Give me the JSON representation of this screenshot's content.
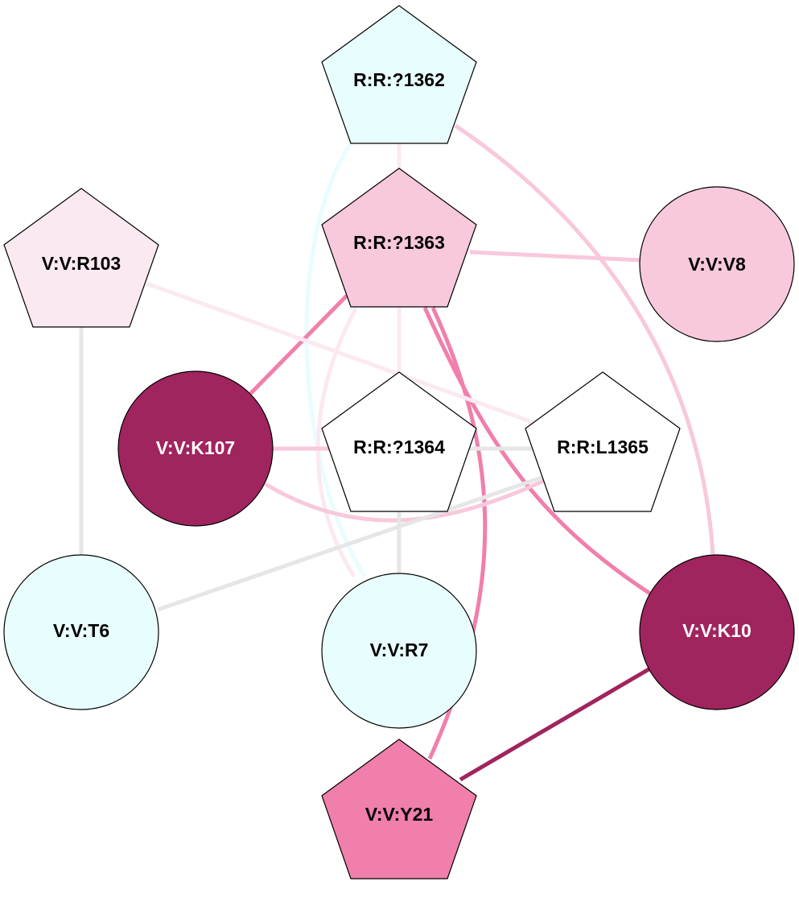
{
  "colors": {
    "cyan_light": "#e8fdfd",
    "pink_pale": "#fbe9f1",
    "pink_light": "#f8c8dc",
    "pink_mid": "#f07fac",
    "magenta_dark": "#a0245e",
    "white": "#ffffff",
    "gray_edge": "#e6e6e6"
  },
  "nodes": [
    {
      "id": "R:R:?1362",
      "label": "R:R:?1362",
      "shape": "pentagon",
      "fill": "#e8fdfd",
      "text_color": "#000000"
    },
    {
      "id": "R:R:?1363",
      "label": "R:R:?1363",
      "shape": "pentagon",
      "fill": "#f8c8dc",
      "text_color": "#000000"
    },
    {
      "id": "V:V:R103",
      "label": "V:V:R103",
      "shape": "pentagon",
      "fill": "#fbe9f1",
      "text_color": "#000000"
    },
    {
      "id": "V:V:V8",
      "label": "V:V:V8",
      "shape": "circle",
      "fill": "#f8c8dc",
      "text_color": "#000000"
    },
    {
      "id": "V:V:K107",
      "label": "V:V:K107",
      "shape": "circle",
      "fill": "#a0245e",
      "text_color": "#ffffff"
    },
    {
      "id": "R:R:?1364",
      "label": "R:R:?1364",
      "shape": "pentagon",
      "fill": "#ffffff",
      "text_color": "#000000"
    },
    {
      "id": "R:R:L1365",
      "label": "R:R:L1365",
      "shape": "pentagon",
      "fill": "#ffffff",
      "text_color": "#000000"
    },
    {
      "id": "V:V:T6",
      "label": "V:V:T6",
      "shape": "circle",
      "fill": "#e8fdfd",
      "text_color": "#000000"
    },
    {
      "id": "V:V:R7",
      "label": "V:V:R7",
      "shape": "circle",
      "fill": "#e8fdfd",
      "text_color": "#000000"
    },
    {
      "id": "V:V:K10",
      "label": "V:V:K10",
      "shape": "circle",
      "fill": "#a0245e",
      "text_color": "#ffffff"
    },
    {
      "id": "V:V:Y21",
      "label": "V:V:Y21",
      "shape": "pentagon",
      "fill": "#f07fac",
      "text_color": "#000000"
    }
  ],
  "edges": [
    {
      "source": "R:R:?1362",
      "target": "R:R:?1363",
      "color": "#fbe9f1"
    },
    {
      "source": "R:R:?1362",
      "target": "V:V:R7",
      "color": "#e8fdfd"
    },
    {
      "source": "R:R:?1362",
      "target": "V:V:K10",
      "color": "#f8c8dc"
    },
    {
      "source": "R:R:?1363",
      "target": "V:V:V8",
      "color": "#f8c8dc"
    },
    {
      "source": "R:R:?1363",
      "target": "V:V:K107",
      "color": "#f07fac"
    },
    {
      "source": "R:R:?1363",
      "target": "R:R:?1364",
      "color": "#fbe9f1"
    },
    {
      "source": "R:R:?1363",
      "target": "V:V:R7",
      "color": "#fbe9f1"
    },
    {
      "source": "R:R:?1363",
      "target": "V:V:K10",
      "color": "#f07fac"
    },
    {
      "source": "R:R:?1363",
      "target": "V:V:Y21",
      "color": "#f07fac"
    },
    {
      "source": "V:V:R103",
      "target": "R:R:L1365",
      "color": "#fbe9f1"
    },
    {
      "source": "V:V:R103",
      "target": "V:V:T6",
      "color": "#e6e6e6"
    },
    {
      "source": "V:V:K107",
      "target": "R:R:?1364",
      "color": "#f8c8dc"
    },
    {
      "source": "V:V:K107",
      "target": "R:R:L1365",
      "color": "#f8c8dc"
    },
    {
      "source": "R:R:?1364",
      "target": "R:R:L1365",
      "color": "#e6e6e6"
    },
    {
      "source": "R:R:?1364",
      "target": "V:V:R7",
      "color": "#e6e6e6"
    },
    {
      "source": "R:R:L1365",
      "target": "V:V:T6",
      "color": "#e6e6e6"
    },
    {
      "source": "V:V:K10",
      "target": "V:V:Y21",
      "color": "#a0245e"
    }
  ]
}
